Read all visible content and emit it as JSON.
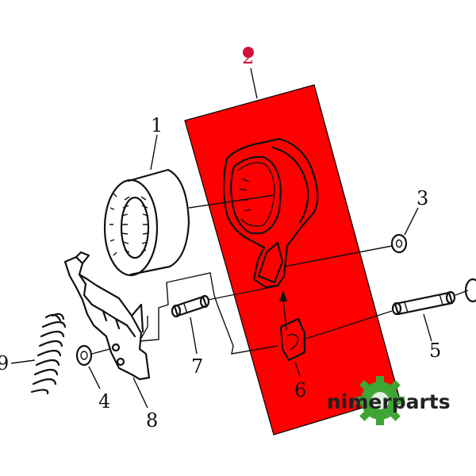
{
  "labels": {
    "part1": "1",
    "part2": "2",
    "part3": "3",
    "part4": "4",
    "part5": "5",
    "part6": "6",
    "part7": "7",
    "part8": "8",
    "part9": "9"
  },
  "watermark": {
    "text": "nimerparts"
  },
  "colors": {
    "highlight": "#ff0000",
    "label_highlight": "#d3103a",
    "logo_green": "#3fa535",
    "ink": "#111111"
  }
}
